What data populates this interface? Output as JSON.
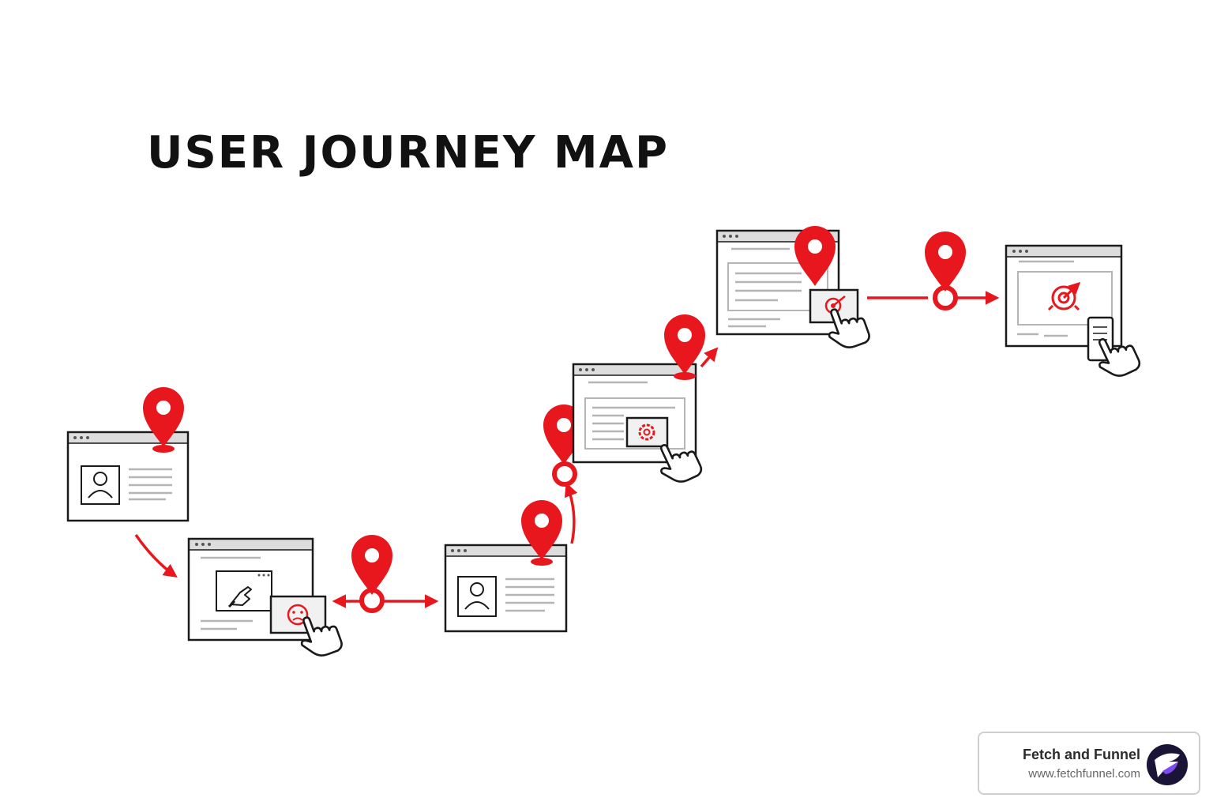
{
  "title": "USER JOURNEY MAP",
  "brand": {
    "name": "Fetch and Funnel",
    "url": "www.fetchfunnel.com",
    "logo_icon": "funnel-logo-icon"
  },
  "colors": {
    "accent": "#e8171d",
    "ink": "#1a1a1a",
    "window_bar": "#dddddd",
    "line_gray": "#b5b5b5",
    "logo_bg": "#1a1536",
    "logo_accent": "#7b4cf0"
  },
  "icons": [
    "map-pin-icon",
    "user-avatar-icon",
    "pointing-hand-icon",
    "cursor-hand-icon",
    "sad-face-icon",
    "gear-icon",
    "target-icon",
    "mobile-phone-icon",
    "arrow-icon"
  ]
}
